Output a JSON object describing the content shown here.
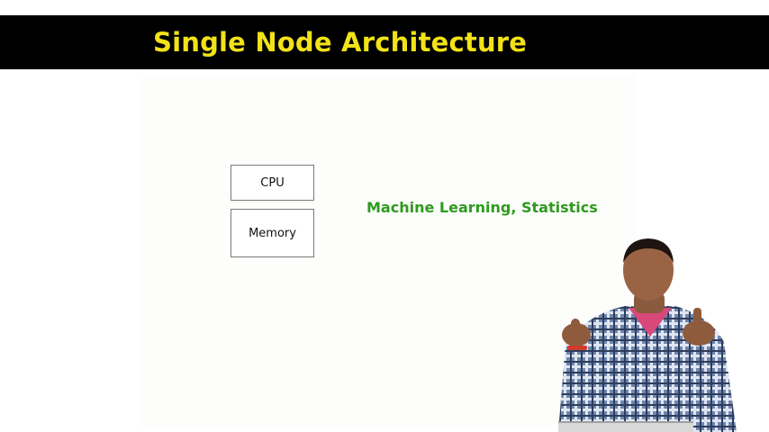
{
  "slide": {
    "title": "Single Node Architecture",
    "diagram": {
      "cpu_label": "CPU",
      "memory_label": "Memory"
    },
    "annotation": "Machine Learning, Statistics"
  },
  "colors": {
    "title_bar": "#000000",
    "title_text": "#f2e219",
    "annotation_text": "#2f9a1f",
    "box_border": "#7a7a7a"
  }
}
